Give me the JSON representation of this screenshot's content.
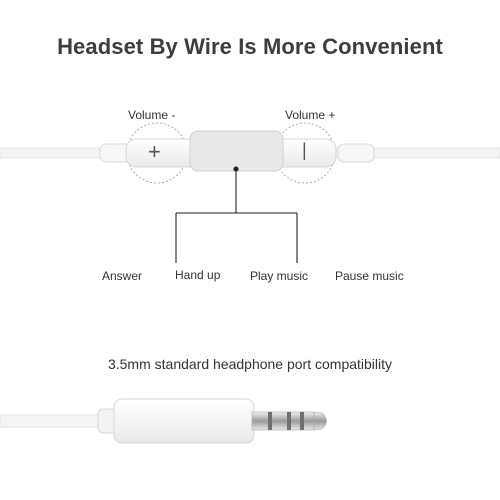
{
  "header": {
    "title": "Headset By Wire Is More Convenient"
  },
  "remote": {
    "volume_down_label": "Volume -",
    "volume_up_label": "Volume +",
    "minus_symbol": "+",
    "plus_symbol": "|"
  },
  "functions": {
    "answer": "Answer",
    "hang_up": "Hand up",
    "play_music": "Play music",
    "pause_music": "Pause music"
  },
  "jack": {
    "caption": "3.5mm standard headphone port compatibility"
  },
  "colors": {
    "cable": "#f3f3f3",
    "outline": "#d8d8d8",
    "metal": "#c9c9c9"
  }
}
